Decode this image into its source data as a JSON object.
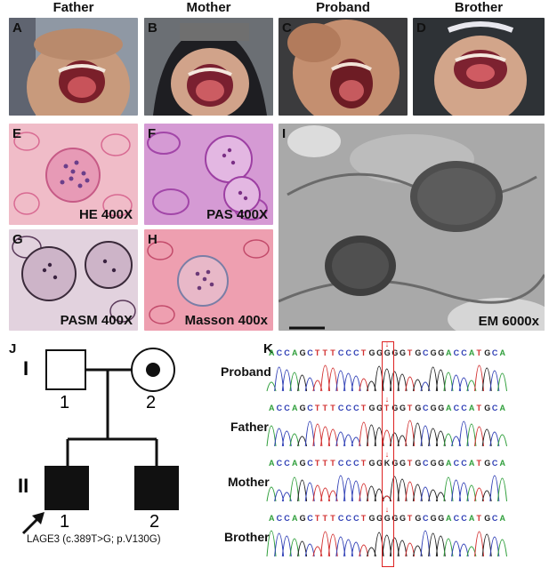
{
  "top_row": {
    "titles": [
      "Father",
      "Mother",
      "Proband",
      "Brother"
    ],
    "letters": [
      "A",
      "B",
      "C",
      "D"
    ]
  },
  "histology": {
    "E": {
      "letter": "E",
      "label": "HE  400X"
    },
    "F": {
      "letter": "F",
      "label": "PAS  400X"
    },
    "G": {
      "letter": "G",
      "label": "PASM  400X"
    },
    "H": {
      "letter": "H",
      "label": "Masson  400x"
    },
    "I": {
      "letter": "I",
      "label": "EM  6000x"
    }
  },
  "pedigree": {
    "letter": "J",
    "generation_I": "I",
    "generation_II": "II",
    "ind_I_1": "1",
    "ind_I_2": "2",
    "ind_II_1": "1",
    "ind_II_2": "2",
    "variant": "LAGE3 (c.389T>G; p.V130G)"
  },
  "sequencing": {
    "letter": "K",
    "rows": [
      {
        "label": "Proband",
        "sequence": "ACCAGCTTTCCCTGGGGGTGCGGACCATGCA"
      },
      {
        "label": "Father",
        "sequence": "ACCAGCTTTCCCTGGTGGTGCGGACCATGCA"
      },
      {
        "label": "Mother",
        "sequence": "ACCAGCTTTCCCTGGKGGTGCGGACCATGCA"
      },
      {
        "label": "Brother",
        "sequence": "ACCAGCTTTCCCTGGGGGTGCGGACCATGCA"
      }
    ],
    "base_colors": {
      "A": "#2e9e3a",
      "C": "#2f3fb5",
      "G": "#222222",
      "T": "#d23030",
      "K": "#222222"
    }
  }
}
